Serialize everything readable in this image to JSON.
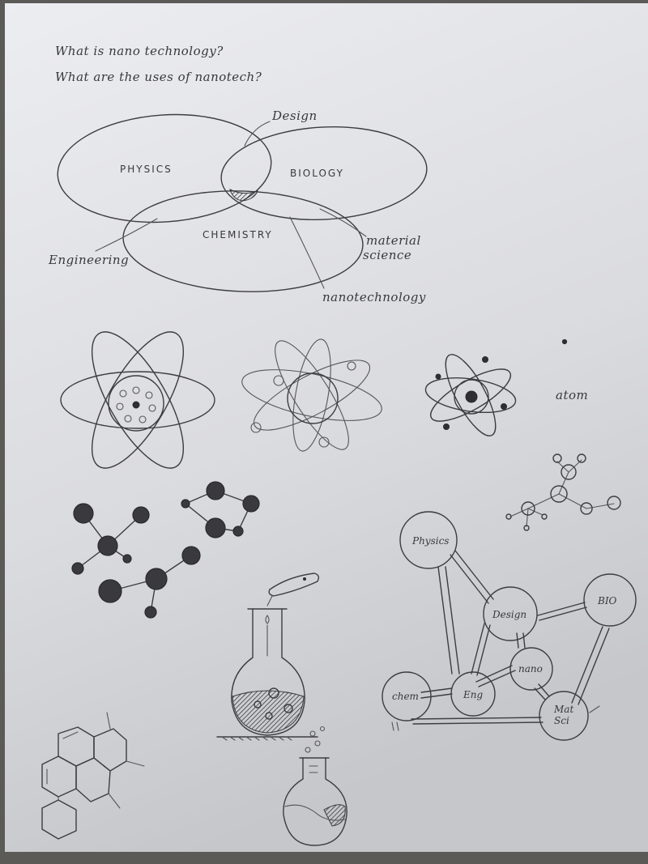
{
  "questions": [
    "What is nano technology?",
    "What are the uses of nanotech?"
  ],
  "venn": {
    "circles": [
      "PHYSICS",
      "BIOLOGY",
      "CHEMISTRY"
    ],
    "callouts": {
      "design": "Design",
      "engineering": "Engineering",
      "material_line1": "material",
      "material_line2": "science",
      "nano": "nanotechnology"
    }
  },
  "atom_label": "atom",
  "network": {
    "physics": "Physics",
    "design": "Design",
    "bio": "BIO",
    "nano": "nano",
    "chem": "chem",
    "eng": "Eng",
    "mat_line1": "Mat",
    "mat_line2": "Sci"
  },
  "colors": {
    "paper_top": "#e9eaee",
    "paper_bottom": "#c9cacd",
    "ink": "#3d3d41"
  }
}
